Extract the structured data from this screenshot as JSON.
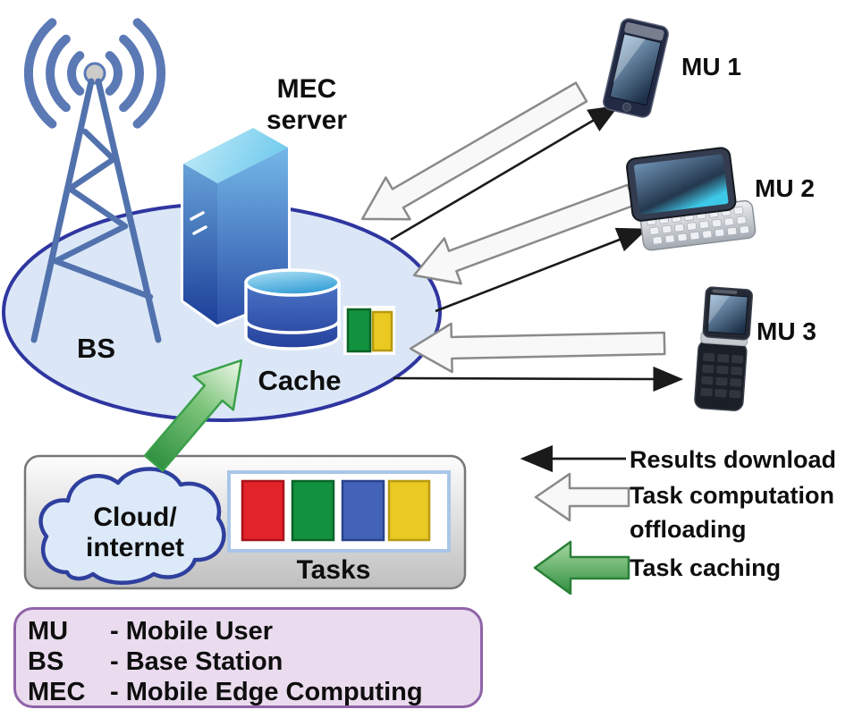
{
  "figure": {
    "base_station": {
      "label": "BS"
    },
    "mec_server": {
      "label": "MEC\nserver"
    },
    "cache": {
      "label": "Cache"
    },
    "cloud": {
      "label": "Cloud/\ninternet"
    },
    "tasks": {
      "label": "Tasks",
      "colors": [
        "#e3232a",
        "#12913f",
        "#4363b8",
        "#e9c922"
      ]
    },
    "cached_tasks": {
      "colors": [
        "#12913f",
        "#e9c922"
      ]
    },
    "mobile_users": [
      {
        "label": "MU 1"
      },
      {
        "label": "MU 2"
      },
      {
        "label": "MU 3"
      }
    ]
  },
  "arrow_legend": [
    {
      "type": "thin-black-arrow",
      "label": "Results download"
    },
    {
      "type": "white-block-arrow",
      "label": "Task computation offloading"
    },
    {
      "type": "green-block-arrow",
      "label": "Task caching"
    }
  ],
  "abbreviation_legend": [
    {
      "abbr": "MU",
      "desc": "- Mobile User"
    },
    {
      "abbr": "BS",
      "desc": "- Base Station"
    },
    {
      "abbr": "MEC",
      "desc": "- Mobile Edge Computing"
    }
  ],
  "colors": {
    "tower_blue": "#5b79b5",
    "ellipse_fill": "#dbe7f7",
    "ellipse_border": "#2f36a0",
    "cloud_fill": "#dce9f8",
    "cloud_border": "#2e3f9e",
    "legend_box_fill": "#eadcee",
    "legend_box_border": "#8f63a8",
    "white_arrow": "#f8f8f8",
    "green_arrow": "#3aa04a",
    "black_arrow": "#1a1a1a"
  }
}
